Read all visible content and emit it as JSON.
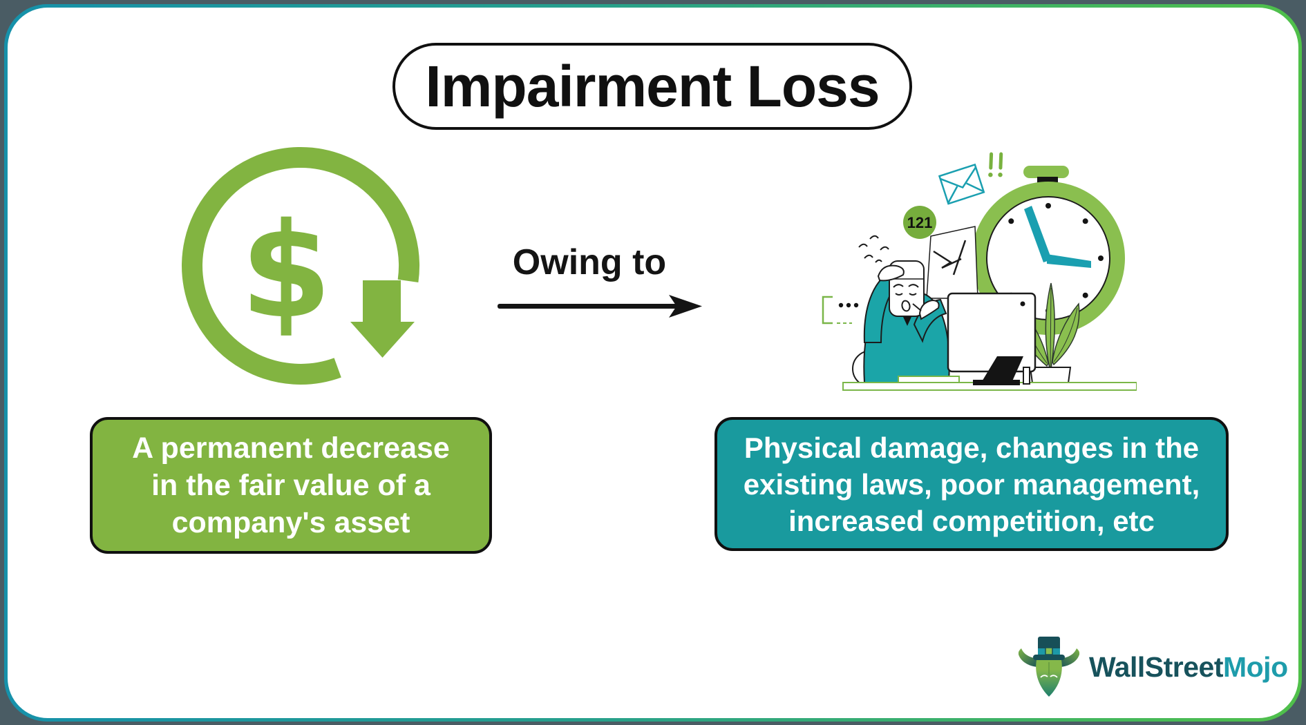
{
  "canvas": {
    "outer_background": "#4a5c64",
    "card_background": "#ffffff",
    "frame_gradient_left_teal": "#1691aa",
    "frame_gradient_right_green": "#50c04a"
  },
  "title": {
    "text": "Impairment Loss"
  },
  "connector": {
    "label": "Owing to"
  },
  "definition_box": {
    "lines": [
      "A permanent decrease",
      "in the fair value of a",
      "company's asset"
    ],
    "background": "#82b441",
    "text_color": "#ffffff"
  },
  "causes_box": {
    "lines": [
      "Physical damage, changes in the",
      "existing laws, poor management,",
      "increased competition, etc"
    ],
    "background": "#199a9e",
    "text_color": "#ffffff"
  },
  "illustration": {
    "badge_text": "121",
    "scene": "stressed-person-at-computer-with-stopwatch-plant-envelope"
  },
  "icons": {
    "left_icon": "dollar-sign-with-down-arrow",
    "connector_icon": "right-arrow",
    "brand_icon": "bull-mascot-with-top-hat"
  },
  "colors": {
    "accent_green": "#82b441",
    "accent_teal": "#199a9e",
    "clock_green": "#8abf4f",
    "person_teal": "#1ba5a8",
    "ink": "#141414"
  },
  "brand": {
    "name_part1": "WallStreet",
    "name_part2": "Mojo",
    "part1_color": "#17525c",
    "part2_color": "#1e9cab"
  }
}
